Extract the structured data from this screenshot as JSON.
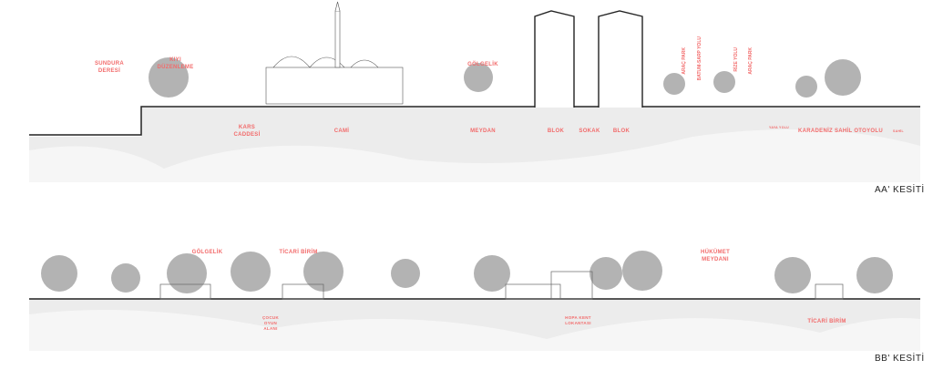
{
  "sections": [
    {
      "title": "AA' KESİTİ",
      "labels": [
        "SUNDURA DERESİ",
        "KIYI DÜZENLEME",
        "KARS CADDESİ",
        "CAMİ",
        "GÖLGELİK",
        "MEYDAN",
        "BLOK",
        "SOKAK",
        "BLOK",
        "KARADENİZ SAHİL OTOYOLU",
        "YAYA YOLU",
        "SAHİL"
      ],
      "vertical_labels": [
        "ARAÇ PARK",
        "BATUM-SARP YOLU",
        "RİZE YOLU",
        "ARAÇ PARK"
      ]
    },
    {
      "title": "BB' KESİTİ",
      "labels": [
        "GÖLGELİK",
        "TİCARİ BİRİM",
        "ÇOCUK OYUN ALANI",
        "HÜKÜMET MEYDANI",
        "HOPA KENT LOKANTASI",
        "TİCARİ BİRİM"
      ]
    }
  ],
  "colors": {
    "label": "#f26b6b",
    "ground": "#e4e4e4",
    "tree": "#9a9a9a"
  }
}
